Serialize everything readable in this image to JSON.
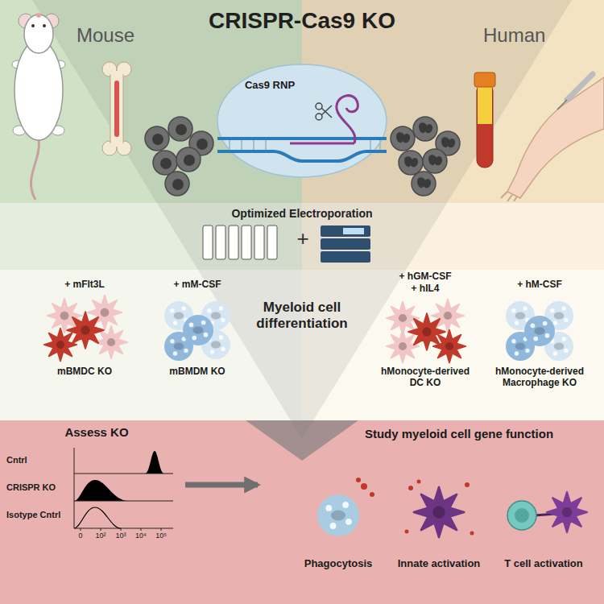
{
  "diagram": {
    "title": "CRISPR-Cas9 KO",
    "nodes": [
      {
        "text": [
          "Mouse"
        ]
      },
      {
        "text": [
          "Human"
        ]
      },
      {
        "text": [
          "Optimized Electroporation"
        ]
      },
      {
        "text": [
          "Myeloid cell differentiation"
        ]
      },
      {
        "text": [
          "Assess KO"
        ]
      },
      {
        "text": [
          "Study myeloid cell gene function"
        ]
      }
    ],
    "edges": [
      {
        "from": 4,
        "to": 5,
        "arrow": "to"
      }
    ],
    "labels": [
      "Cas9 RNP",
      "+",
      "+ mFlt3L",
      "mBMDC KO",
      "+ mM-CSF",
      "mBMDM KO",
      "+ hGM-CSF",
      "+ hIL4",
      "hMonocyte-derived DC KO",
      "+ hM-CSF",
      "hMonocyte-derived Macrophage KO",
      "Cntrl",
      "CRISPR KO",
      "Isotype Cntrl",
      "0",
      "10²",
      "10³",
      "10⁴",
      "10⁵",
      "Phagocytosis",
      "Innate activation",
      "T cell activation"
    ]
  }
}
